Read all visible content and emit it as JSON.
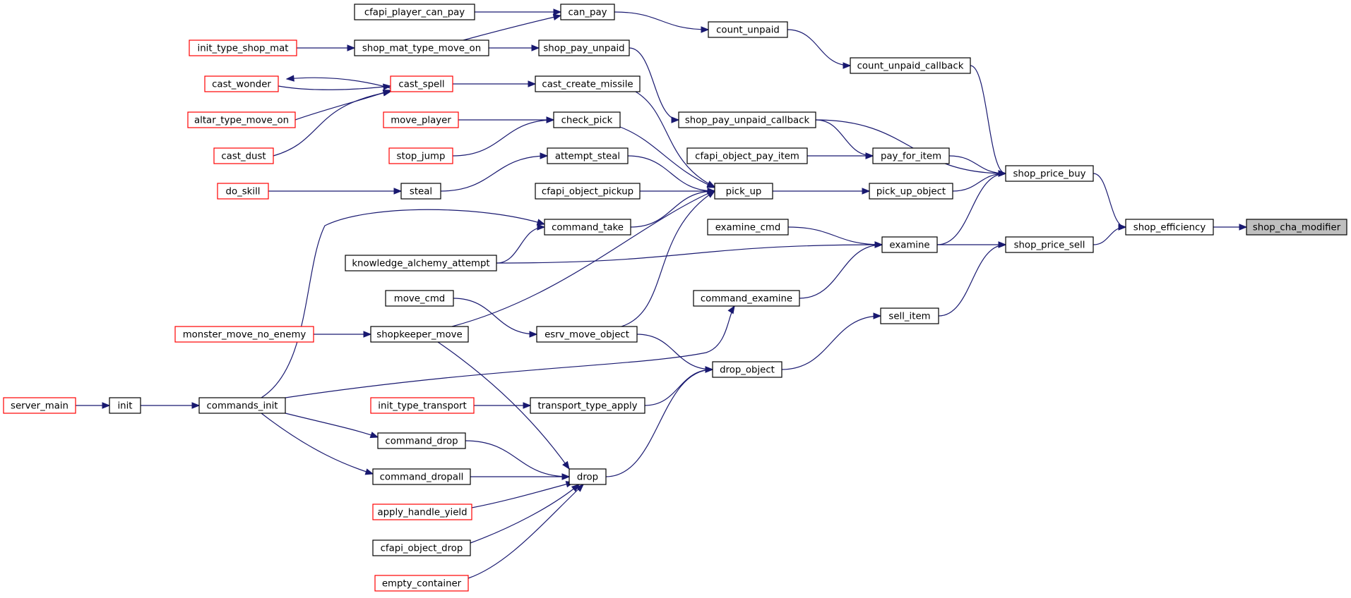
{
  "graph": {
    "colors": {
      "edge": "#191970",
      "border_default": "#000000",
      "border_truncated": "#ff0000",
      "focus_fill": "#bfbfbf"
    },
    "nodes": {
      "shop_cha_modifier": {
        "label": "shop_cha_modifier",
        "border": "black",
        "focus": true
      },
      "shop_efficiency": {
        "label": "shop_efficiency",
        "border": "black"
      },
      "shop_price_buy": {
        "label": "shop_price_buy",
        "border": "black"
      },
      "shop_price_sell": {
        "label": "shop_price_sell",
        "border": "black"
      },
      "count_unpaid_callback": {
        "label": "count_unpaid_callback",
        "border": "black"
      },
      "shop_pay_unpaid_callback": {
        "label": "shop_pay_unpaid_callback",
        "border": "black"
      },
      "pay_for_item": {
        "label": "pay_for_item",
        "border": "black"
      },
      "pick_up_object": {
        "label": "pick_up_object",
        "border": "black"
      },
      "examine": {
        "label": "examine",
        "border": "black"
      },
      "sell_item": {
        "label": "sell_item",
        "border": "black"
      },
      "count_unpaid": {
        "label": "count_unpaid",
        "border": "black"
      },
      "can_pay": {
        "label": "can_pay",
        "border": "black"
      },
      "cfapi_player_can_pay": {
        "label": "cfapi_player_can_pay",
        "border": "black"
      },
      "shop_mat_type_move_on": {
        "label": "shop_mat_type_move_on",
        "border": "black"
      },
      "init_type_shop_mat": {
        "label": "init_type_shop_mat",
        "border": "red"
      },
      "shop_pay_unpaid": {
        "label": "shop_pay_unpaid",
        "border": "black"
      },
      "cfapi_object_pay_item": {
        "label": "cfapi_object_pay_item",
        "border": "black"
      },
      "pick_up": {
        "label": "pick_up",
        "border": "black"
      },
      "examine_cmd": {
        "label": "examine_cmd",
        "border": "black"
      },
      "knowledge_alchemy_attempt": {
        "label": "knowledge_alchemy_attempt",
        "border": "black"
      },
      "command_examine": {
        "label": "command_examine",
        "border": "black"
      },
      "drop_object": {
        "label": "drop_object",
        "border": "black"
      },
      "cast_create_missile": {
        "label": "cast_create_missile",
        "border": "black"
      },
      "cast_spell": {
        "label": "cast_spell",
        "border": "red"
      },
      "cast_wonder": {
        "label": "cast_wonder",
        "border": "red"
      },
      "altar_type_move_on": {
        "label": "altar_type_move_on",
        "border": "red"
      },
      "cast_dust": {
        "label": "cast_dust",
        "border": "red"
      },
      "check_pick": {
        "label": "check_pick",
        "border": "black"
      },
      "move_player": {
        "label": "move_player",
        "border": "red"
      },
      "stop_jump": {
        "label": "stop_jump",
        "border": "red"
      },
      "attempt_steal": {
        "label": "attempt_steal",
        "border": "black"
      },
      "steal": {
        "label": "steal",
        "border": "black"
      },
      "do_skill": {
        "label": "do_skill",
        "border": "red"
      },
      "cfapi_object_pickup": {
        "label": "cfapi_object_pickup",
        "border": "black"
      },
      "command_take": {
        "label": "command_take",
        "border": "black"
      },
      "commands_init": {
        "label": "commands_init",
        "border": "black"
      },
      "init": {
        "label": "init",
        "border": "black"
      },
      "server_main": {
        "label": "server_main",
        "border": "red"
      },
      "move_cmd": {
        "label": "move_cmd",
        "border": "black"
      },
      "esrv_move_object": {
        "label": "esrv_move_object",
        "border": "black"
      },
      "shopkeeper_move": {
        "label": "shopkeeper_move",
        "border": "black"
      },
      "monster_move_no_enemy": {
        "label": "monster_move_no_enemy",
        "border": "red"
      },
      "init_type_transport": {
        "label": "init_type_transport",
        "border": "red"
      },
      "transport_type_apply": {
        "label": "transport_type_apply",
        "border": "black"
      },
      "drop": {
        "label": "drop",
        "border": "black"
      },
      "command_drop": {
        "label": "command_drop",
        "border": "black"
      },
      "command_dropall": {
        "label": "command_dropall",
        "border": "black"
      },
      "apply_handle_yield": {
        "label": "apply_handle_yield",
        "border": "red"
      },
      "cfapi_object_drop": {
        "label": "cfapi_object_drop",
        "border": "black"
      },
      "empty_container": {
        "label": "empty_container",
        "border": "red"
      }
    },
    "edges": [
      [
        "shop_efficiency",
        "shop_cha_modifier"
      ],
      [
        "shop_price_buy",
        "shop_efficiency"
      ],
      [
        "shop_price_sell",
        "shop_efficiency"
      ],
      [
        "count_unpaid_callback",
        "shop_price_buy"
      ],
      [
        "shop_pay_unpaid_callback",
        "shop_price_buy"
      ],
      [
        "pay_for_item",
        "shop_price_buy"
      ],
      [
        "pick_up_object",
        "shop_price_buy"
      ],
      [
        "examine",
        "shop_price_buy"
      ],
      [
        "examine",
        "shop_price_sell"
      ],
      [
        "sell_item",
        "shop_price_sell"
      ],
      [
        "count_unpaid",
        "count_unpaid_callback"
      ],
      [
        "can_pay",
        "count_unpaid"
      ],
      [
        "cfapi_player_can_pay",
        "can_pay"
      ],
      [
        "shop_mat_type_move_on",
        "can_pay"
      ],
      [
        "init_type_shop_mat",
        "shop_mat_type_move_on"
      ],
      [
        "shop_mat_type_move_on",
        "shop_pay_unpaid"
      ],
      [
        "shop_pay_unpaid",
        "shop_pay_unpaid_callback"
      ],
      [
        "shop_pay_unpaid_callback",
        "pay_for_item"
      ],
      [
        "cfapi_object_pay_item",
        "pay_for_item"
      ],
      [
        "pick_up",
        "pick_up_object"
      ],
      [
        "examine_cmd",
        "examine"
      ],
      [
        "knowledge_alchemy_attempt",
        "examine"
      ],
      [
        "command_examine",
        "examine"
      ],
      [
        "drop_object",
        "sell_item"
      ],
      [
        "cast_create_missile",
        "pick_up"
      ],
      [
        "cast_spell",
        "cast_create_missile"
      ],
      [
        "cast_spell",
        "cast_wonder"
      ],
      [
        "cast_wonder",
        "cast_spell"
      ],
      [
        "altar_type_move_on",
        "cast_spell"
      ],
      [
        "cast_dust",
        "cast_spell"
      ],
      [
        "check_pick",
        "pick_up"
      ],
      [
        "move_player",
        "check_pick"
      ],
      [
        "stop_jump",
        "check_pick"
      ],
      [
        "attempt_steal",
        "pick_up"
      ],
      [
        "steal",
        "attempt_steal"
      ],
      [
        "do_skill",
        "steal"
      ],
      [
        "cfapi_object_pickup",
        "pick_up"
      ],
      [
        "command_take",
        "pick_up"
      ],
      [
        "commands_init",
        "command_take"
      ],
      [
        "knowledge_alchemy_attempt",
        "command_take"
      ],
      [
        "shopkeeper_move",
        "pick_up"
      ],
      [
        "esrv_move_object",
        "pick_up"
      ],
      [
        "move_cmd",
        "esrv_move_object"
      ],
      [
        "monster_move_no_enemy",
        "shopkeeper_move"
      ],
      [
        "commands_init",
        "command_examine"
      ],
      [
        "esrv_move_object",
        "drop_object"
      ],
      [
        "transport_type_apply",
        "drop_object"
      ],
      [
        "drop",
        "drop_object"
      ],
      [
        "init_type_transport",
        "transport_type_apply"
      ],
      [
        "init",
        "commands_init"
      ],
      [
        "server_main",
        "init"
      ],
      [
        "commands_init",
        "command_drop"
      ],
      [
        "commands_init",
        "command_dropall"
      ],
      [
        "shopkeeper_move",
        "drop"
      ],
      [
        "command_drop",
        "drop"
      ],
      [
        "command_dropall",
        "drop"
      ],
      [
        "apply_handle_yield",
        "drop"
      ],
      [
        "cfapi_object_drop",
        "drop"
      ],
      [
        "empty_container",
        "drop"
      ]
    ]
  }
}
